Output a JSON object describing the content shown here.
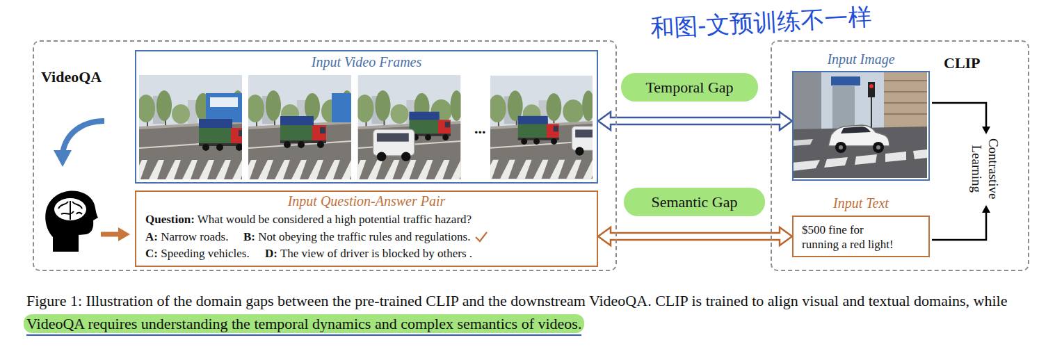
{
  "diagram": {
    "caption": "Figure 1: Illustration of the domain gaps between the pre-trained CLIP and the downstream VideoQA. CLIP is trained to align visual and textual domains, while VideoQA requires understanding the temporal dynamics and complex semantics of videos.",
    "nodes": [
      {
        "text": [
          "VideoQA"
        ]
      },
      {
        "text": [
          "Input Video Frames",
          "..."
        ],
        "in": 0
      },
      {
        "text": [
          "Input Question-Answer Pair",
          "Question: What would be considered a high potential traffic hazard?",
          "A: Narrow roads.",
          "B: Not obeying the traffic rules and regulations.",
          "C: Speeding vehicles.",
          "D: The view of driver is blocked by others ."
        ],
        "in": 0
      },
      {
        "text": [
          "Temporal Gap"
        ]
      },
      {
        "text": [
          "Semantic Gap"
        ]
      },
      {
        "text": [
          "CLIP"
        ]
      },
      {
        "text": [
          "Input Image"
        ],
        "in": 5
      },
      {
        "text": [
          "Input Text",
          "$500 fine for running a red light!"
        ],
        "in": 5
      }
    ],
    "edges": [
      {
        "from": 1,
        "to": 6,
        "arrow": "both"
      },
      {
        "from": 2,
        "to": 7,
        "arrow": "both"
      }
    ],
    "labels": [
      "和图-文预训练不一样",
      "Contrastive Learning"
    ]
  }
}
